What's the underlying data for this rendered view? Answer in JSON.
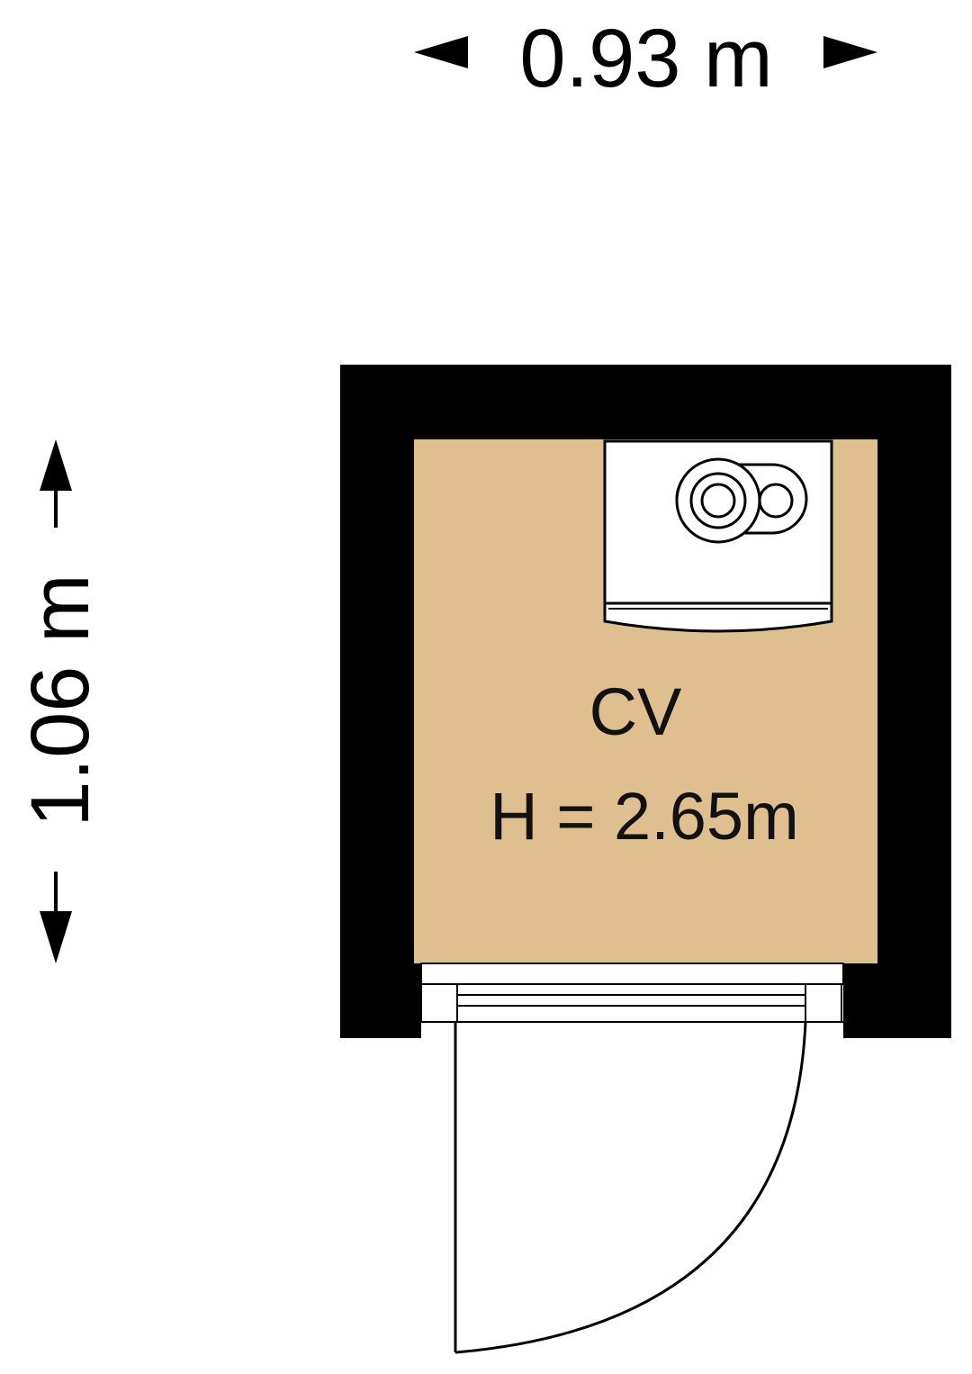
{
  "dimensions": {
    "width_label": "0.93 m",
    "length_label": "1.06 m"
  },
  "room": {
    "name": "CV",
    "height_label": "H = 2.65m"
  },
  "colors": {
    "wall": "#000000",
    "floor": "#dfbf8f",
    "fixture": "#ffffff",
    "line": "#000000"
  },
  "icons": {
    "boiler": "boiler-icon",
    "door": "door-swing-icon",
    "arrows": "dimension-arrow-icon"
  }
}
